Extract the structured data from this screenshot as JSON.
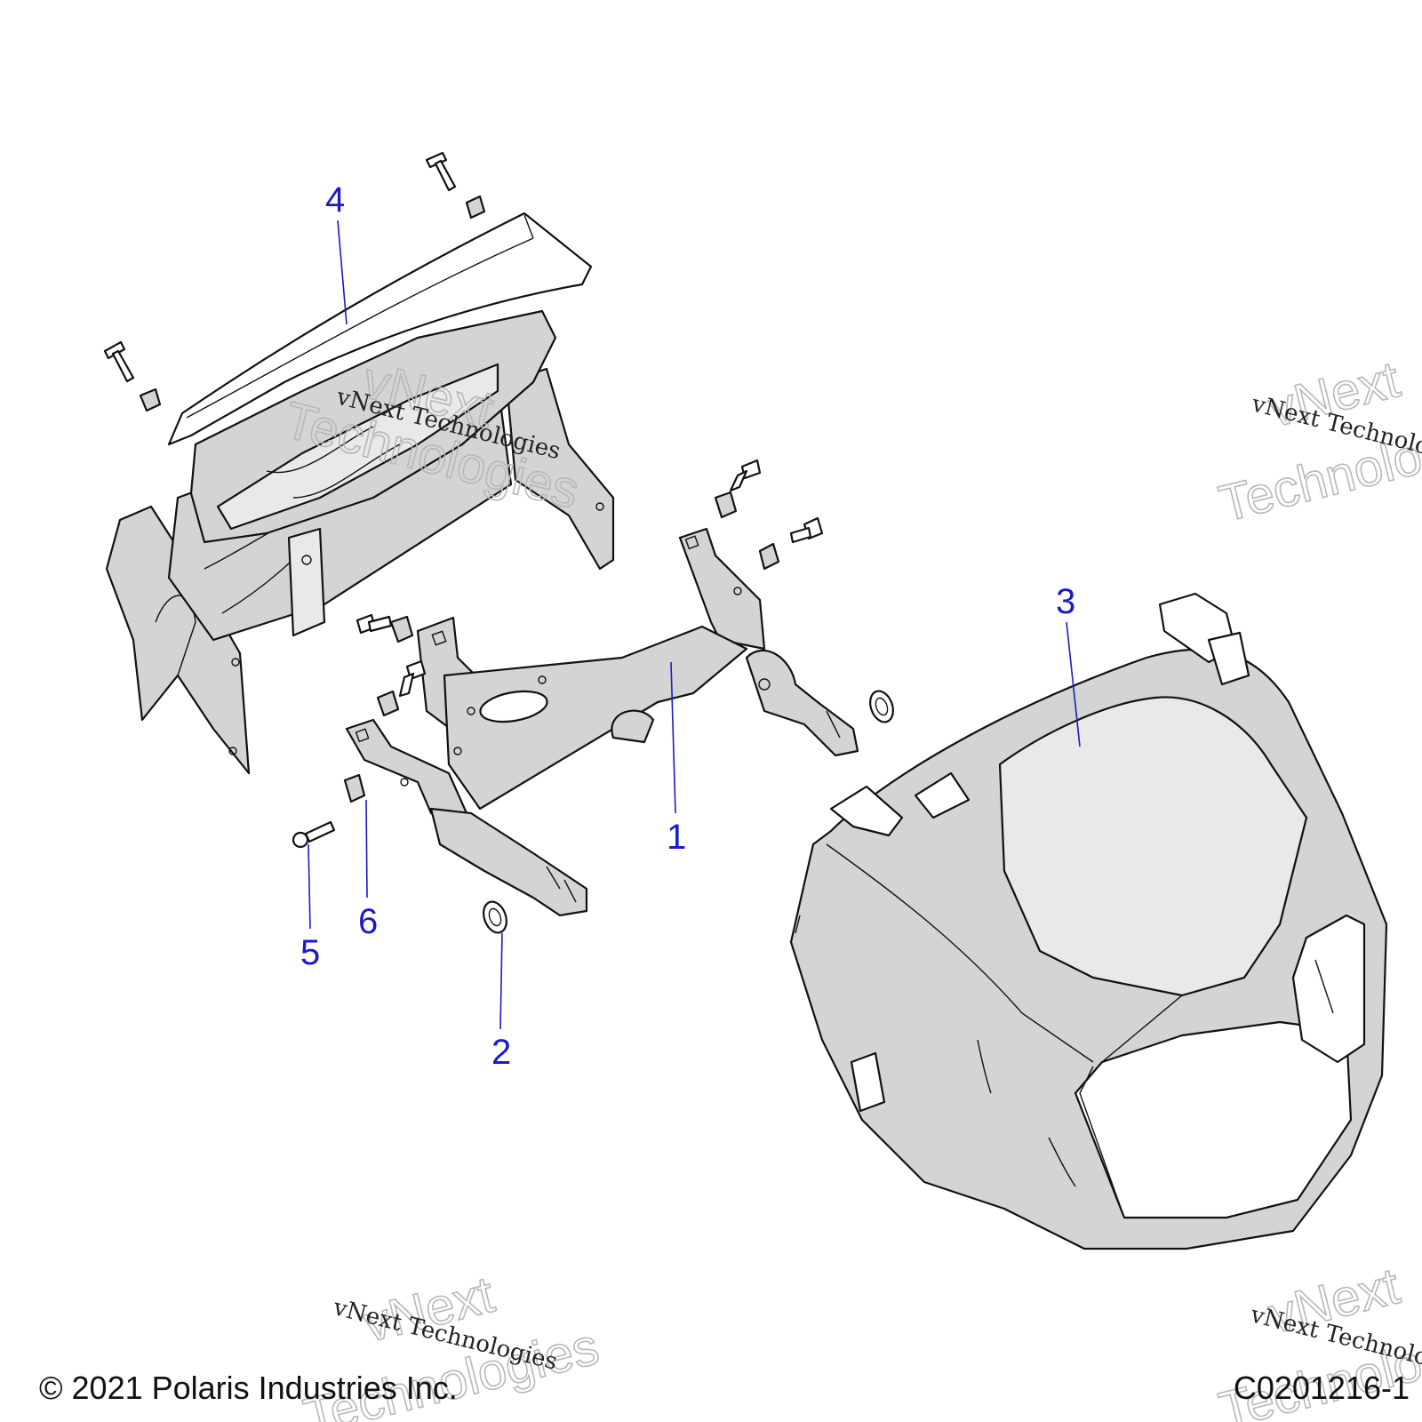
{
  "callouts": [
    {
      "number": "1",
      "part": "mounting bracket"
    },
    {
      "number": "2",
      "part": "washer"
    },
    {
      "number": "3",
      "part": "headlight shroud"
    },
    {
      "number": "4",
      "part": "instrument pod housing"
    },
    {
      "number": "5",
      "part": "screw"
    },
    {
      "number": "6",
      "part": "clip nut"
    }
  ],
  "watermark": {
    "line_small": "vNext Technologies",
    "line_big_1": "vNext",
    "line_big_2": "Technologies"
  },
  "footer": {
    "copyright": "© 2021 Polaris Industries Inc.",
    "drawing_id": "C0201216-1"
  },
  "colors": {
    "callout": "#1a1acc",
    "part_fill": "#d4d4d4",
    "outline": "#111111"
  }
}
